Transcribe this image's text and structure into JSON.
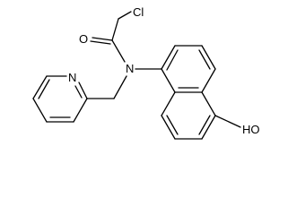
{
  "atoms": {
    "chlorine": "Cl",
    "oxygen_carbonyl": "O",
    "nitrogen_amide": "N",
    "nitrogen_pyridine": "N",
    "hydroxyl": "HO"
  }
}
